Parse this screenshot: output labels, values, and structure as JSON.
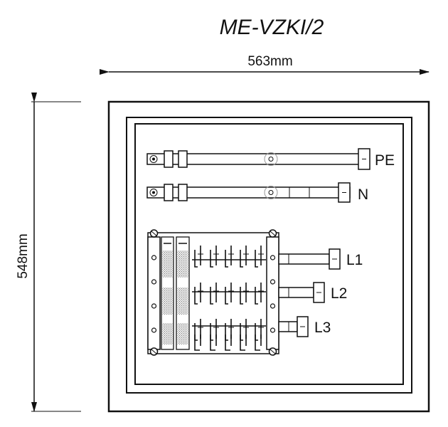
{
  "title": "ME-VZKI/2",
  "dimensions": {
    "width_label": "563mm",
    "height_label": "548mm"
  },
  "busbars": {
    "pe_label": "PE",
    "n_label": "N"
  },
  "phases": [
    {
      "label": "L1"
    },
    {
      "label": "L2"
    },
    {
      "label": "L3"
    }
  ],
  "colors": {
    "line": "#111111",
    "background": "#ffffff",
    "hatch": "#888888"
  }
}
